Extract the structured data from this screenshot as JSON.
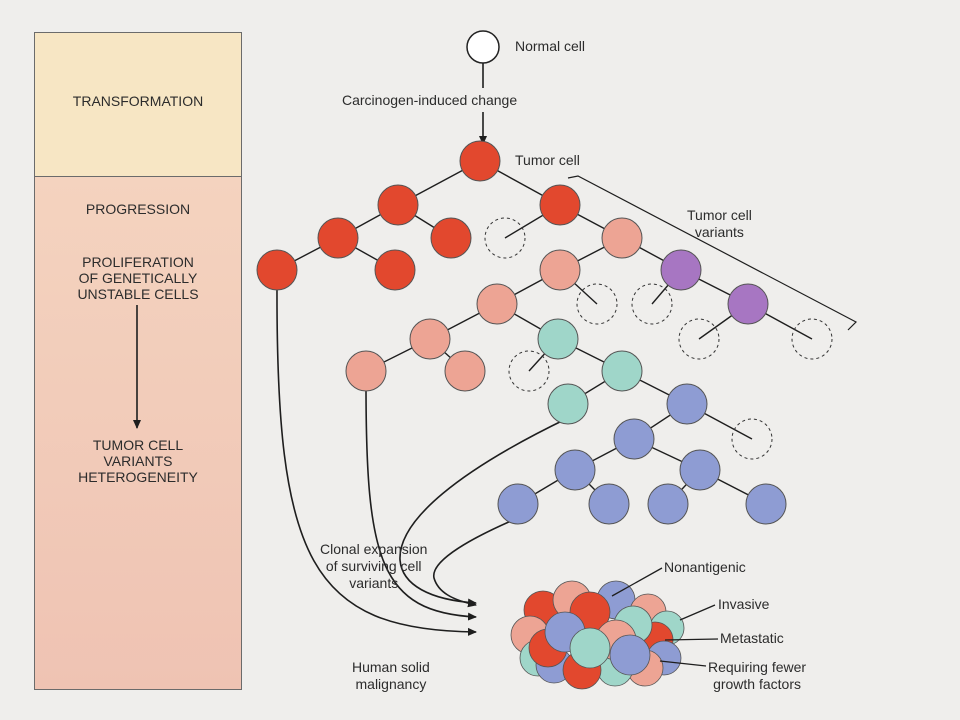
{
  "sidebar": {
    "transformation": "TRANSFORMATION",
    "progression": "PROGRESSION",
    "proliferation": [
      "PROLIFERATION",
      "OF GENETICALLY",
      "UNSTABLE CELLS"
    ],
    "heterogeneity": [
      "TUMOR CELL",
      "VARIANTS",
      "HETEROGENEITY"
    ]
  },
  "labels": {
    "normal_cell": "Normal cell",
    "carcinogen": "Carcinogen-induced change",
    "tumor_cell": "Tumor cell",
    "variants": [
      "Tumor cell",
      "variants"
    ],
    "clonal": [
      "Clonal expansion",
      "of surviving cell",
      "variants"
    ],
    "malignancy": [
      "Human solid",
      "malignancy"
    ],
    "nonantigenic": "Nonantigenic",
    "invasive": "Invasive",
    "metastatic": "Metastatic",
    "growth": [
      "Requiring fewer",
      "growth factors"
    ]
  },
  "colors": {
    "sidebar_top": "#f7e6c4",
    "sidebar_bottom": "#f2cbb7",
    "red": "#e2482e",
    "pink": "#eda494",
    "teal": "#9fd6c9",
    "purple": "#a776c2",
    "blue": "#8e9cd3",
    "line": "#1e1e1e"
  }
}
